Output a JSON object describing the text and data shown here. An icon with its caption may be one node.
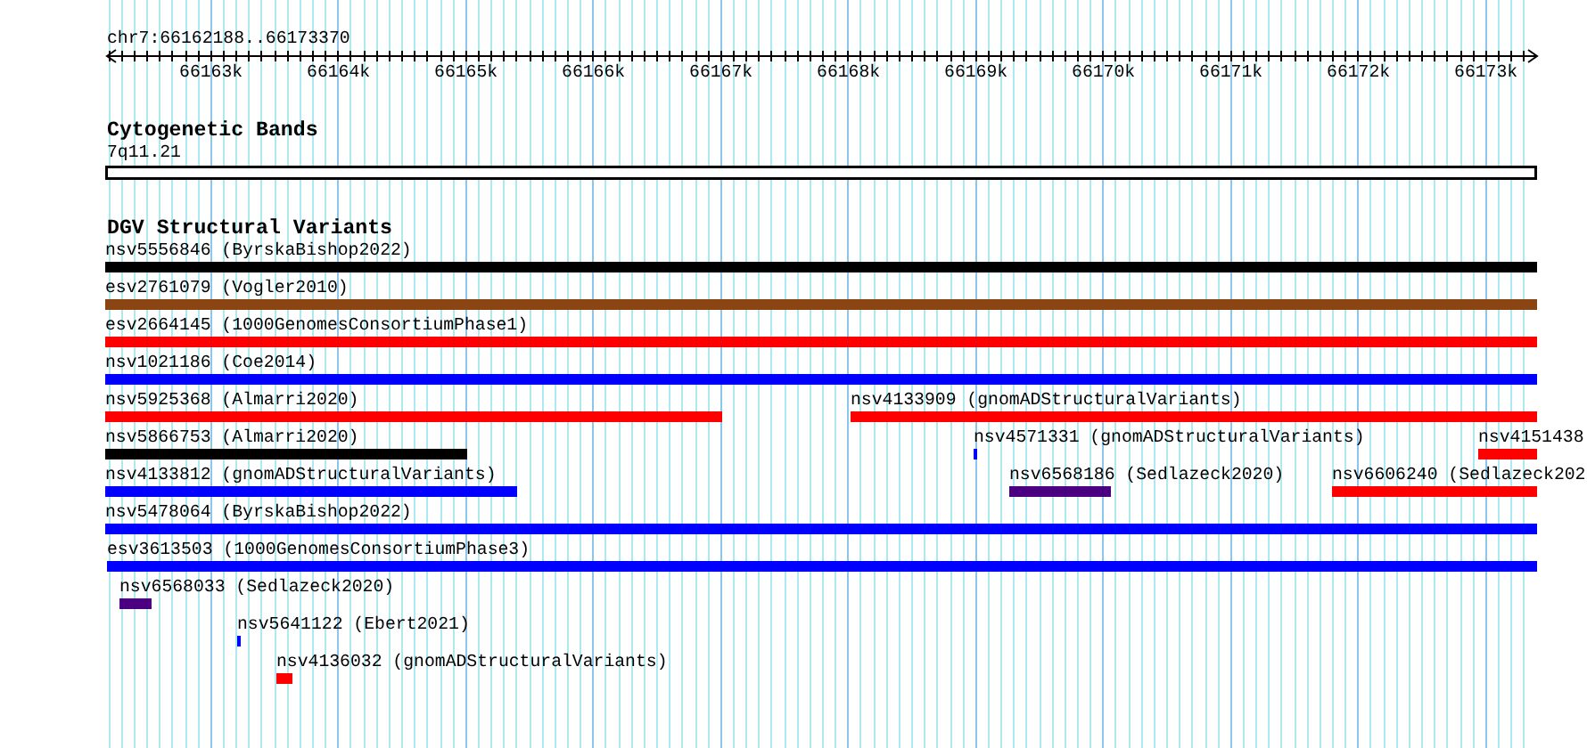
{
  "diagram": {
    "nodes": [
      {
        "text": [
          "7q11.21"
        ]
      },
      {
        "text": [
          "nsv5556846 (ByrskaBishop2022)"
        ]
      },
      {
        "text": [
          "esv2761079 (Vogler2010)"
        ]
      },
      {
        "text": [
          "esv2664145 (1000GenomesConsortiumPhase1)"
        ]
      },
      {
        "text": [
          "nsv1021186 (Coe2014)"
        ]
      },
      {
        "text": [
          "nsv5925368 (Almarri2020)"
        ]
      },
      {
        "text": [
          "nsv4133909 (gnomADStructuralVariants)"
        ]
      },
      {
        "text": [
          "nsv5866753 (Almarri2020)"
        ]
      },
      {
        "text": [
          "nsv4571331 (gnomADStructuralVariants)"
        ]
      },
      {
        "text": [
          "nsv4151438"
        ]
      },
      {
        "text": [
          "nsv4133812 (gnomADStructuralVariants)"
        ]
      },
      {
        "text": [
          "nsv6568186 (Sedlazeck2020)"
        ]
      },
      {
        "text": [
          "nsv6606240 (Sedlazeck202"
        ]
      },
      {
        "text": [
          "nsv5478064 (ByrskaBishop2022)"
        ]
      },
      {
        "text": [
          "esv3613503 (1000GenomesConsortiumPhase3)"
        ]
      },
      {
        "text": [
          "nsv6568033 (Sedlazeck2020)"
        ]
      },
      {
        "text": [
          "nsv5641122 (Ebert2021)"
        ]
      },
      {
        "text": [
          "nsv4136032 (gnomADStructuralVariants)"
        ]
      }
    ],
    "labels": [
      "chr7:66162188..66173370",
      "66163k",
      "66164k",
      "66165k",
      "66166k",
      "66167k",
      "66168k",
      "66169k",
      "66170k",
      "66171k",
      "66172k",
      "66173k",
      "Cytogenetic Bands",
      "DGV Structural Variants"
    ]
  }
}
